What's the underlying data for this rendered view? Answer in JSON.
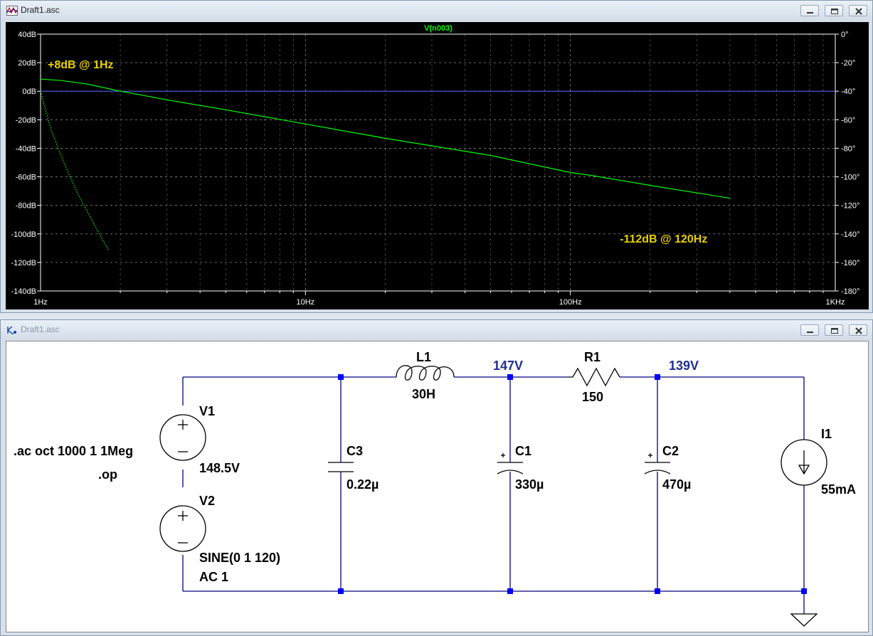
{
  "plot_window": {
    "title": "Draft1.asc",
    "trace_name": "V(n003)",
    "annotations": {
      "low": "+8dB @ 1Hz",
      "high": "-112dB @ 120Hz"
    },
    "left_ticks": [
      "40dB",
      "20dB",
      "0dB",
      "-20dB",
      "-40dB",
      "-60dB",
      "-80dB",
      "-100dB",
      "-120dB",
      "-140dB"
    ],
    "right_ticks": [
      "0°",
      "-20°",
      "-40°",
      "-60°",
      "-80°",
      "-100°",
      "-120°",
      "-140°",
      "-160°",
      "-180°"
    ],
    "x_ticks": [
      "1Hz",
      "10Hz",
      "100Hz",
      "1KHz"
    ],
    "colors": {
      "background": "#000000",
      "trace": "#00ff00",
      "annotation": "#e8d000",
      "phase_ref": "#5566ff",
      "axis_text": "#ffffff",
      "trace_label": "#00ff00"
    }
  },
  "chart_data": {
    "type": "line",
    "title": "V(n003)",
    "xlabel": "",
    "ylabel": "",
    "x_scale": "log",
    "xlim": [
      1,
      1000
    ],
    "ylim": [
      -140,
      40
    ],
    "y2lim": [
      -180,
      0
    ],
    "grid": true,
    "series": [
      {
        "name": "V(n003)",
        "style": "solid",
        "axis": "left",
        "x": [
          1,
          1.2,
          1.5,
          2,
          3,
          5,
          10,
          20,
          50,
          100,
          120,
          200,
          400
        ],
        "y": [
          8.5,
          7.5,
          5,
          0,
          -6,
          -13,
          -23,
          -33,
          -45,
          -57,
          -59,
          -66,
          -75
        ]
      },
      {
        "name": "",
        "style": "dotted",
        "axis": "right",
        "x": [
          1,
          1.05,
          1.1,
          1.2,
          1.3,
          1.4,
          1.5,
          1.6,
          1.7,
          1.8
        ],
        "y": [
          -40,
          -55,
          -68,
          -86,
          -101,
          -114,
          -124,
          -134,
          -143,
          -151
        ]
      }
    ],
    "reference_line": {
      "axis": "right",
      "y": -40
    },
    "annotations": [
      {
        "text": "+8dB @ 1Hz",
        "x": 1,
        "y": 8
      },
      {
        "text": "-112dB @ 120Hz",
        "x": 120,
        "y": -112
      }
    ]
  },
  "schematic_window": {
    "title": "Draft1.asc",
    "directive_ac": ".ac oct 1000 1 1Meg",
    "directive_op": ".op",
    "components": {
      "V1": {
        "name": "V1",
        "value": "148.5V"
      },
      "V2": {
        "name": "V2",
        "value": "SINE(0 1 120)",
        "value2": "AC 1"
      },
      "C3": {
        "name": "C3",
        "value": "0.22µ"
      },
      "L1": {
        "name": "L1",
        "value": "30H"
      },
      "C1": {
        "name": "C1",
        "value": "330µ"
      },
      "R1": {
        "name": "R1",
        "value": "150"
      },
      "C2": {
        "name": "C2",
        "value": "470µ"
      },
      "I1": {
        "name": "I1",
        "value": "55mA"
      }
    },
    "node_voltages": {
      "n1": "147V",
      "n2": "139V"
    },
    "colors": {
      "wire": "#000080",
      "junction": "#0000ff",
      "component": "#000000",
      "node_voltage": "#1f2f8f"
    }
  }
}
